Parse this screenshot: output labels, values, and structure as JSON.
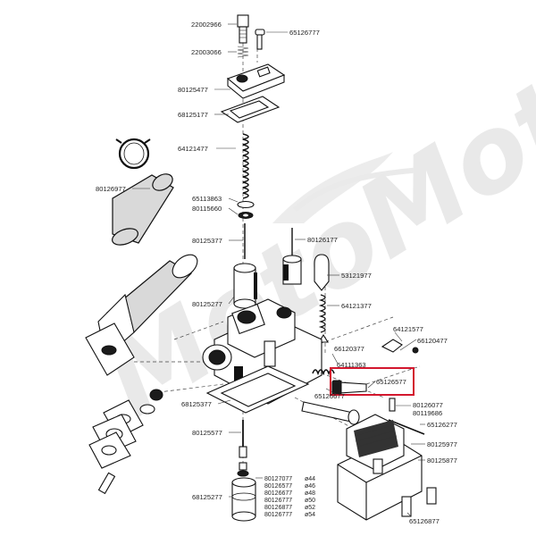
{
  "watermark": "MotoMoto",
  "parts": [
    {
      "number": "22002966"
    },
    {
      "number": "65126777"
    },
    {
      "number": "22003066"
    },
    {
      "number": "80125477"
    },
    {
      "number": "68125177"
    },
    {
      "number": "64121477"
    },
    {
      "number": "80126977"
    },
    {
      "number": "65113863"
    },
    {
      "number": "80115660"
    },
    {
      "number": "80125377"
    },
    {
      "number": "80126177"
    },
    {
      "number": "53121977"
    },
    {
      "number": "80125277"
    },
    {
      "number": "64121377"
    },
    {
      "number": "64121577"
    },
    {
      "number": "66120377"
    },
    {
      "number": "66120477"
    },
    {
      "number": "64111363"
    },
    {
      "number": "65126577",
      "highlighted": true
    },
    {
      "number": "65126677"
    },
    {
      "number": "68125377"
    },
    {
      "number": "80126077"
    },
    {
      "number": "80119686"
    },
    {
      "number": "65126277"
    },
    {
      "number": "80125577"
    },
    {
      "number": "80125977"
    },
    {
      "number": "80125877"
    },
    {
      "number": "65126877"
    },
    {
      "number": "68125277"
    }
  ],
  "jet_table": [
    {
      "number": "80127077",
      "size": "ø44"
    },
    {
      "number": "80126577",
      "size": "ø46"
    },
    {
      "number": "80126677",
      "size": "ø48"
    },
    {
      "number": "80126777",
      "size": "ø50"
    },
    {
      "number": "80126877",
      "size": "ø52"
    },
    {
      "number": "80126777",
      "size": "ø54"
    }
  ],
  "colors": {
    "highlight": "#d3172e",
    "ink": "#111111",
    "watermark": "#e9e9e9"
  }
}
